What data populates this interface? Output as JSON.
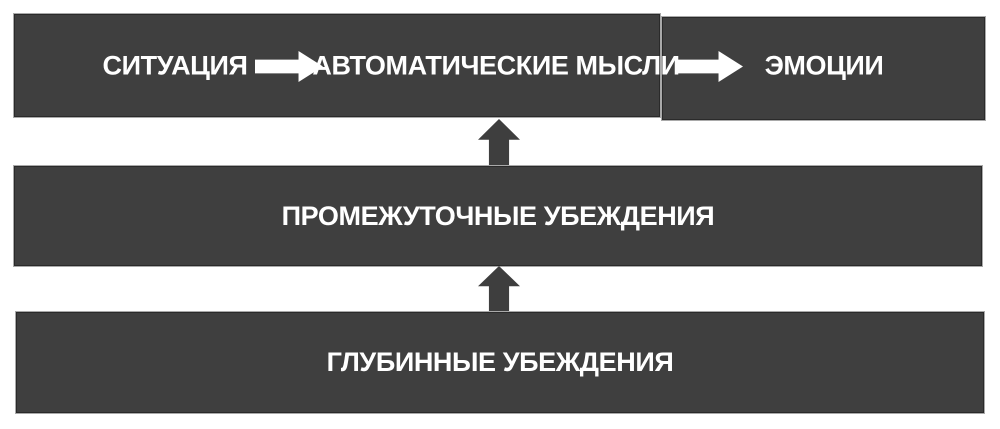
{
  "diagram": {
    "type": "flow-diagram",
    "top_row": {
      "items": [
        {
          "label": "СИТУАЦИЯ"
        },
        {
          "label": "АВТОМАТИЧЕСКИЕ МЫСЛИ"
        },
        {
          "label": "ЭМОЦИИ"
        }
      ],
      "connector_icons": [
        "right-arrow-icon",
        "right-arrow-icon"
      ]
    },
    "middle_bar": {
      "label": "ПРОМЕЖУТОЧНЫЕ УБЕЖДЕНИЯ"
    },
    "bottom_bar": {
      "label": "ГЛУБИННЫЕ УБЕЖДЕНИЯ"
    },
    "vertical_connector_icons": [
      "up-arrow-icon",
      "up-arrow-icon"
    ],
    "colors": {
      "background": "#ffffff",
      "bar_fill": "#3f3f3f",
      "bar_border_light": "#a9a9a9",
      "bar_border_dark": "#2a2a2a",
      "text": "#ffffff",
      "arrow_white": "#ffffff",
      "arrow_dark": "#3e3e3e"
    }
  }
}
